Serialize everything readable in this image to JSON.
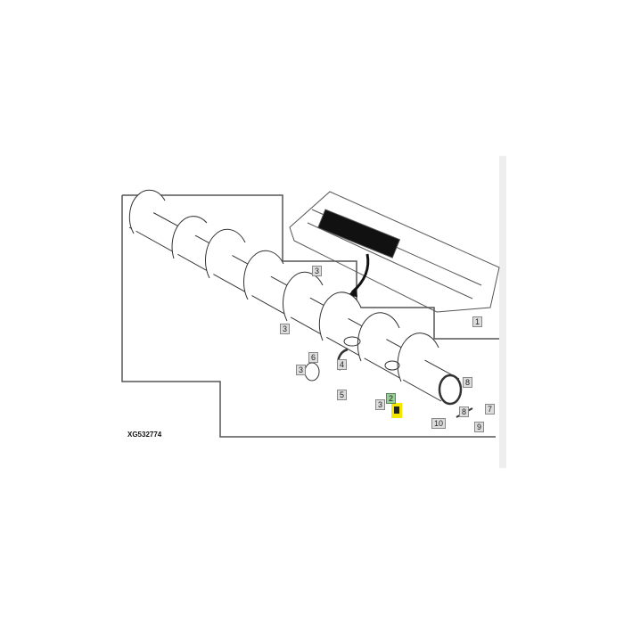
{
  "diagram_code": "XG532774",
  "highlight_color": "#f5e600",
  "callouts": [
    {
      "label": "1",
      "highlighted": false
    },
    {
      "label": "3",
      "highlighted": false
    },
    {
      "label": "3",
      "highlighted": false
    },
    {
      "label": "6",
      "highlighted": false
    },
    {
      "label": "3",
      "highlighted": false
    },
    {
      "label": "4",
      "highlighted": false
    },
    {
      "label": "5",
      "highlighted": false
    },
    {
      "label": "2",
      "highlighted": true
    },
    {
      "label": "3",
      "highlighted": false
    },
    {
      "label": "8",
      "highlighted": false
    },
    {
      "label": "8",
      "highlighted": false
    },
    {
      "label": "7",
      "highlighted": false
    },
    {
      "label": "10",
      "highlighted": false
    },
    {
      "label": "9",
      "highlighted": false
    }
  ]
}
